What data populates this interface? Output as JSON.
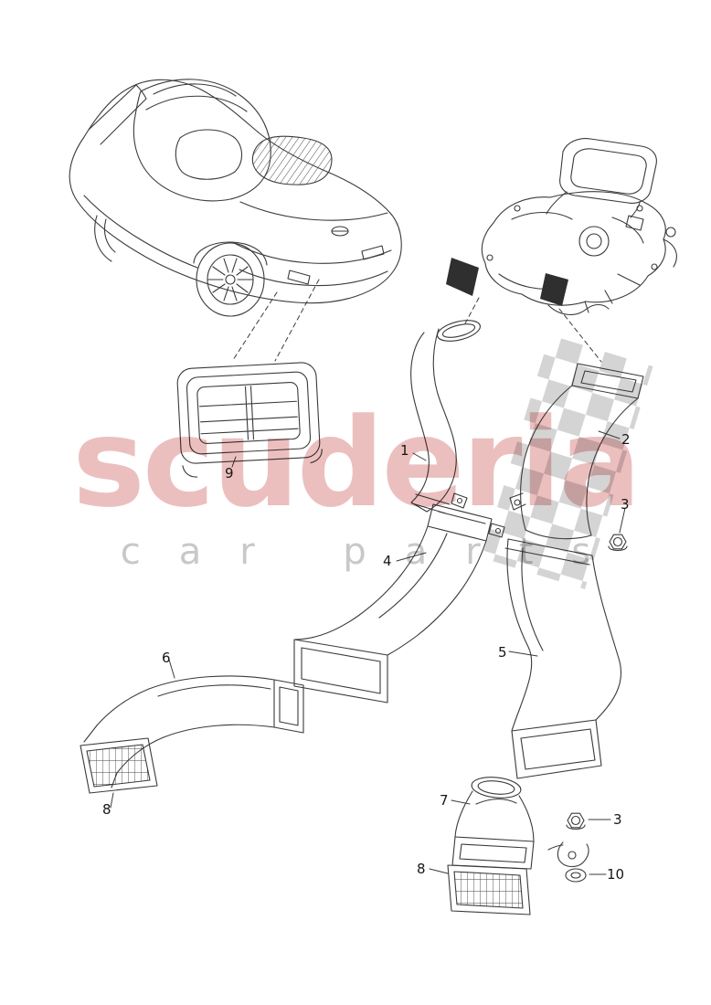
{
  "watermark": {
    "brand_text": "scuderia",
    "subtitle_text": "car parts",
    "brand_color": "#dc8a8a",
    "subtitle_color": "#b0b0b0",
    "flag_color": "#a9a9a9"
  },
  "drawing": {
    "line_color": "#3a3a3a"
  },
  "callouts": {
    "c1": "1",
    "c2": "2",
    "c3_upper": "3",
    "c3_lower": "3",
    "c4": "4",
    "c5": "5",
    "c6": "6",
    "c7": "7",
    "c8_left": "8",
    "c8_lower": "8",
    "c9": "9",
    "c10": "10"
  }
}
